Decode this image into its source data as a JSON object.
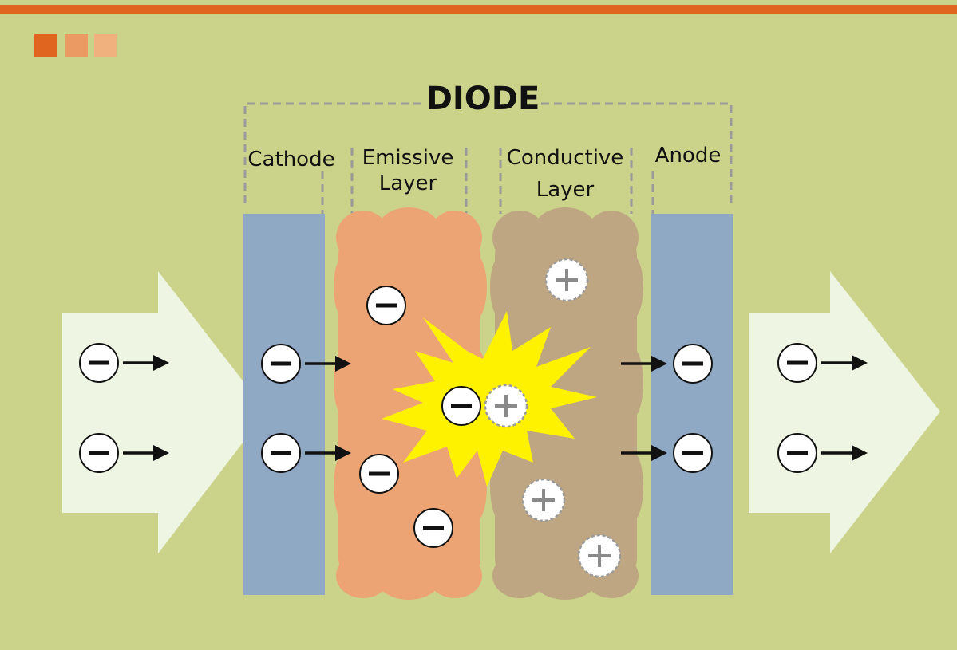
{
  "title": "DIODE",
  "labels": {
    "cathode": "Cathode",
    "emissive_line1": "Emissive",
    "emissive_line2": "Layer",
    "conductive_line1": "Conductive",
    "conductive_line2": "Layer",
    "anode": "Anode"
  },
  "colors": {
    "background": "#cbd38b",
    "top_bar": "#e0661f",
    "square_1": "#e0661f",
    "square_2": "#eb9a64",
    "square_3": "#f0b17f",
    "electrode": "#8fa8c3",
    "emissive_layer": "#eda474",
    "conductive_layer": "#bfa682",
    "flow_arrow": "#eef5e2",
    "burst": "#fff200",
    "dashed_bracket": "#999999"
  },
  "particles": {
    "electron_symbol": "minus-sign",
    "hole_symbol": "plus-sign"
  }
}
